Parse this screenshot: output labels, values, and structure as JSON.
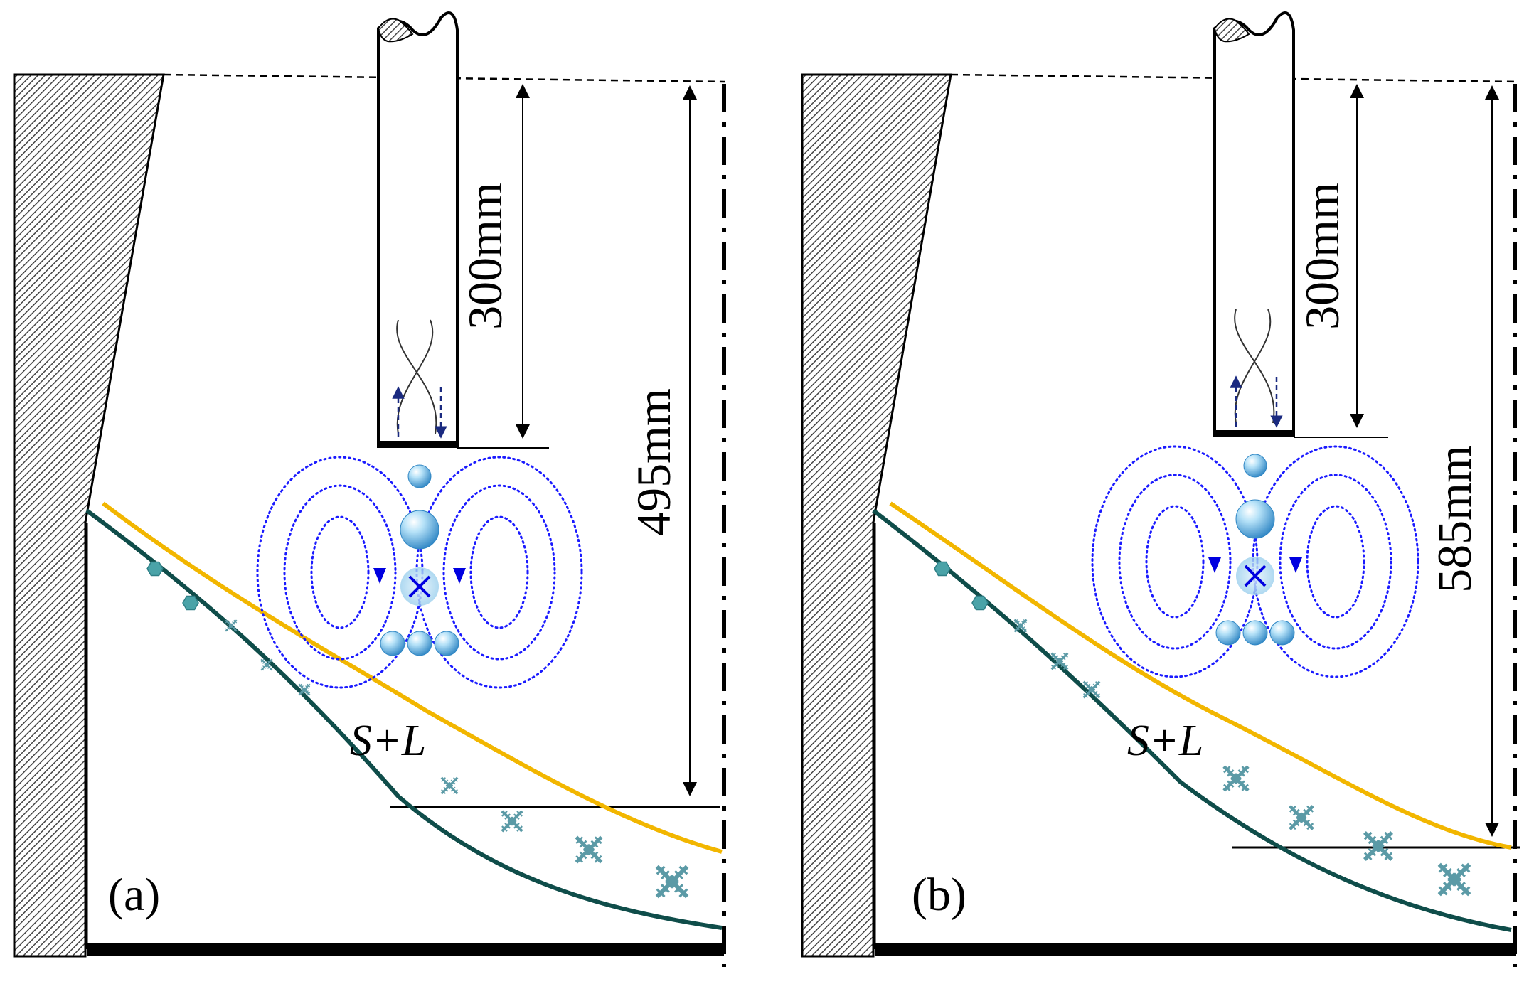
{
  "panels": [
    {
      "id": "a",
      "label": "(a)",
      "nozzle_dimension": "300mm",
      "depth_dimension": "495mm",
      "zone_label": "S+L"
    },
    {
      "id": "b",
      "label": "(b)",
      "nozzle_dimension": "300mm",
      "depth_dimension": "585mm",
      "zone_label": "S+L"
    }
  ],
  "colors": {
    "liquidus_line": "#f2b600",
    "solidus_line": "#0f4d4a",
    "flow_loops": "#1a1aff",
    "flow_arrows": "#0000e0",
    "bubbles": "#49a8e0",
    "crystals": "#5b9aa6",
    "mold_wall": "#555555"
  },
  "icons": {
    "nozzle": "submerged-entry-nozzle-icon",
    "mold_wall": "hatched-mold-wall-icon",
    "bubbles": "gas-bubble-icon",
    "crystals": "dendrite-crystal-icon",
    "vortex": "recirculation-vortex-icon"
  }
}
